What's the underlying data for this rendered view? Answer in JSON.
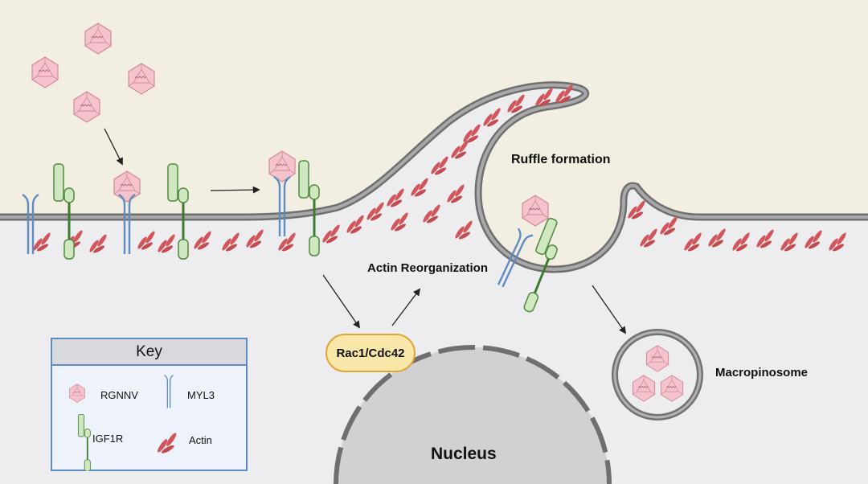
{
  "labels": {
    "ruffle_formation": "Ruffle formation",
    "actin_reorganization": "Actin Reorganization",
    "rac1_cdc42": "Rac1/Cdc42",
    "macropinosome": "Macropinosome",
    "nucleus": "Nucleus"
  },
  "key": {
    "title": "Key",
    "items": [
      {
        "label": "RGNNV",
        "icon": "virus-icon"
      },
      {
        "label": "MYL3",
        "icon": "myl3-icon"
      },
      {
        "label": "IGF1R",
        "icon": "igf1r-icon"
      },
      {
        "label": "Actin",
        "icon": "actin-icon"
      }
    ]
  },
  "colors": {
    "extracellular": "#f3eee2",
    "cytoplasm": "#ededef",
    "membrane": "#777777",
    "actin": "#d2555c",
    "virus": "#f4c3cd",
    "igf1r": "#cfe8c1",
    "igf1r_stroke": "#4e8a3c",
    "myl3": "#5f8bc4",
    "pill_fill": "#f9e7a9",
    "pill_stroke": "#e0a535"
  }
}
